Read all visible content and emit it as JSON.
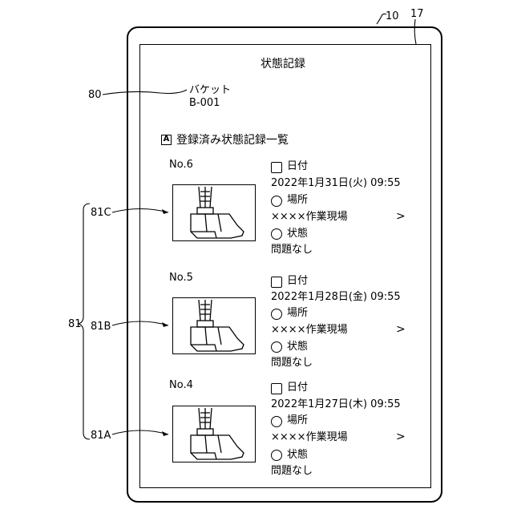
{
  "refs": {
    "device": "10",
    "screen": "17",
    "equipment": "80",
    "group": "81",
    "c": "81C",
    "b": "81B",
    "a": "81A"
  },
  "screen_title": "状態記録",
  "equipment": {
    "name": "バケット",
    "id": "B-001"
  },
  "list_header": {
    "badge": "A",
    "label": "登録済み状態記録一覧"
  },
  "records": [
    {
      "no": "No.6",
      "date_label": "日付",
      "date": "2022年1月31日(火) 09:55",
      "place_label": "場所",
      "place": "××××作業現場",
      "chevron": ">",
      "status_label": "状態",
      "status": "問題なし"
    },
    {
      "no": "No.5",
      "date_label": "日付",
      "date": "2022年1月28日(金) 09:55",
      "place_label": "場所",
      "place": "××××作業現場",
      "chevron": ">",
      "status_label": "状態",
      "status": "問題なし"
    },
    {
      "no": "No.4",
      "date_label": "日付",
      "date": "2022年1月27日(木) 09:55",
      "place_label": "場所",
      "place": "××××作業現場",
      "chevron": ">",
      "status_label": "状態",
      "status": "問題なし"
    }
  ],
  "icons": {
    "date": "calendar-icon",
    "place": "map-pin-icon",
    "status": "status-icon",
    "thumb": "bucket-illustration"
  }
}
